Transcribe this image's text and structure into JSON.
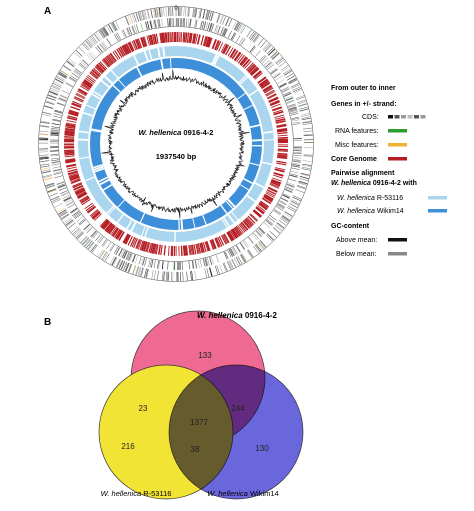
{
  "panel_a": {
    "label": "A",
    "genome_name_italic": "W. hellenica",
    "genome_name_rest": " 0916-4-2",
    "genome_size": "1937540 bp",
    "top_tick": "0",
    "legend": {
      "title": "From outer to inner",
      "genes_heading": "Genes in +/- strand:",
      "cds": "CDS:",
      "rna": "RNA features:",
      "misc": "Misc features:",
      "core_genome": "Core Genome",
      "pairwise_heading": "Pairwise alignment",
      "pairwise_sub_italic": "W. hellenica",
      "pairwise_sub_rest": " 0916-4-2 with",
      "pair1_italic": "W. hellenica",
      "pair1_rest": " R-53116",
      "pair2_italic": "W. hellenica",
      "pair2_rest": " Wikim14",
      "gc_heading": "GC-content",
      "above_mean": "Above mean:",
      "below_mean": "Below mean:"
    },
    "colors": {
      "rna": "#2f9e2f",
      "misc": "#f2b134",
      "core": "#b51f24",
      "pair1": "#a9d6ee",
      "pair2": "#3c8fd8",
      "gc_above": "#111111",
      "gc_below": "#888888"
    }
  },
  "panel_b": {
    "label": "B",
    "sets": {
      "top_italic": "W. hellenica",
      "top_rest": " 0916-4-2",
      "left_italic": "W. hellenica",
      "left_rest": " R-53116",
      "right_italic": "W. hellenica",
      "right_rest": " Wikim14"
    },
    "counts": {
      "top_only": "133",
      "left_only": "216",
      "right_only": "130",
      "top_left": "23",
      "top_right": "244",
      "left_right": "38",
      "all_three": "1377"
    },
    "colors": {
      "top": "#e8306a",
      "left": "#f2e434",
      "right": "#5a55d8"
    }
  }
}
